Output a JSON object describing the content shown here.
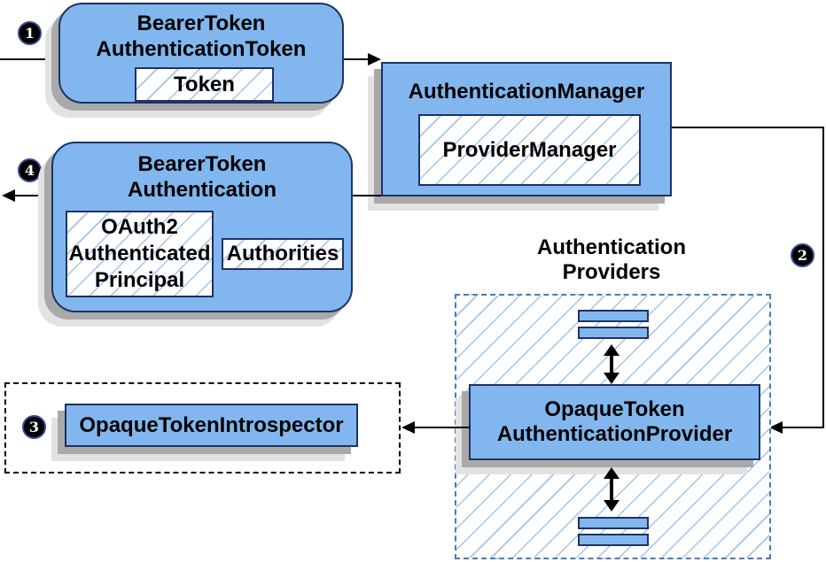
{
  "steps": {
    "s1": "1",
    "s2": "2",
    "s3": "3",
    "s4": "4"
  },
  "nodes": {
    "bearerTokenAuthenticationToken": {
      "line1": "BearerToken",
      "line2": "AuthenticationToken"
    },
    "token": {
      "label": "Token"
    },
    "authenticationManager": {
      "label": "AuthenticationManager"
    },
    "providerManager": {
      "label": "ProviderManager"
    },
    "bearerTokenAuthentication": {
      "line1": "BearerToken",
      "line2": "Authentication"
    },
    "oauth2AuthenticatedPrincipal": {
      "line1": "OAuth2",
      "line2": "Authenticated",
      "line3": "Principal"
    },
    "authorities": {
      "label": "Authorities"
    },
    "authenticationProvidersLabel": {
      "line1": "Authentication",
      "line2": "Providers"
    },
    "opaqueTokenAuthenticationProvider": {
      "line1": "OpaqueToken",
      "line2": "AuthenticationProvider"
    },
    "opaqueTokenIntrospector": {
      "label": "OpaqueTokenIntrospector"
    }
  },
  "colors": {
    "node_fill": "#81b7ee",
    "node_border": "#1e3264",
    "hatch_line": "#9fc5ef",
    "dashed_container_border": "#4b7ab8",
    "dashed_introspector_border": "#000000",
    "shadow_dark": "#a9a9a9",
    "shadow_light": "#e2e2e2",
    "arrow": "#000000",
    "badge_background": "#000000",
    "badge_text": "#ffffff"
  }
}
